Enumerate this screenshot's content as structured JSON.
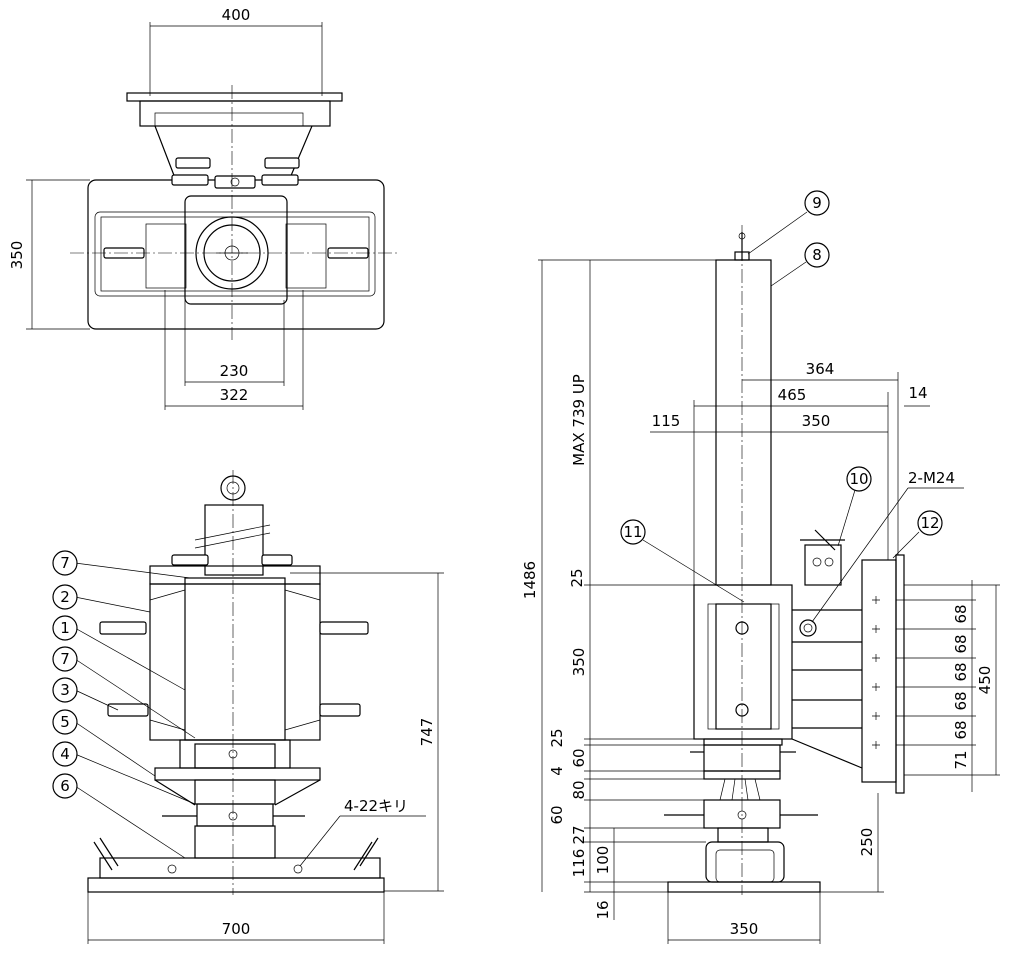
{
  "top_view": {
    "dims": {
      "width_top": "400",
      "height_left": "350",
      "inner_230": "230",
      "inner_322": "322"
    }
  },
  "front_view": {
    "balloons": [
      "7",
      "2",
      "1",
      "7",
      "3",
      "5",
      "4",
      "6"
    ],
    "dims": {
      "height_right": "747",
      "base_width": "700",
      "hole_note": "4-22キリ"
    }
  },
  "side_view": {
    "balloons": [
      "9",
      "8",
      "10",
      "11",
      "12"
    ],
    "labels": {
      "max_up": "MAX 739 UP",
      "h_1486": "1486",
      "d_364": "364",
      "d_465": "465",
      "d_14": "14",
      "d_115": "115",
      "d_350": "350",
      "thread": "2-M24",
      "v_25a": "25",
      "v_350": "350",
      "v_25b": "25",
      "v_60a": "60",
      "v_4": "4",
      "v_80": "80",
      "v_60b": "60",
      "v_27": "27",
      "v_116": "116",
      "v_100": "100",
      "v_16": "16",
      "p_68a": "68",
      "p_68b": "68",
      "p_68c": "68",
      "p_68d": "68",
      "p_68e": "68",
      "p_71": "71",
      "v_450": "450",
      "v_250": "250",
      "base_350": "350"
    }
  }
}
